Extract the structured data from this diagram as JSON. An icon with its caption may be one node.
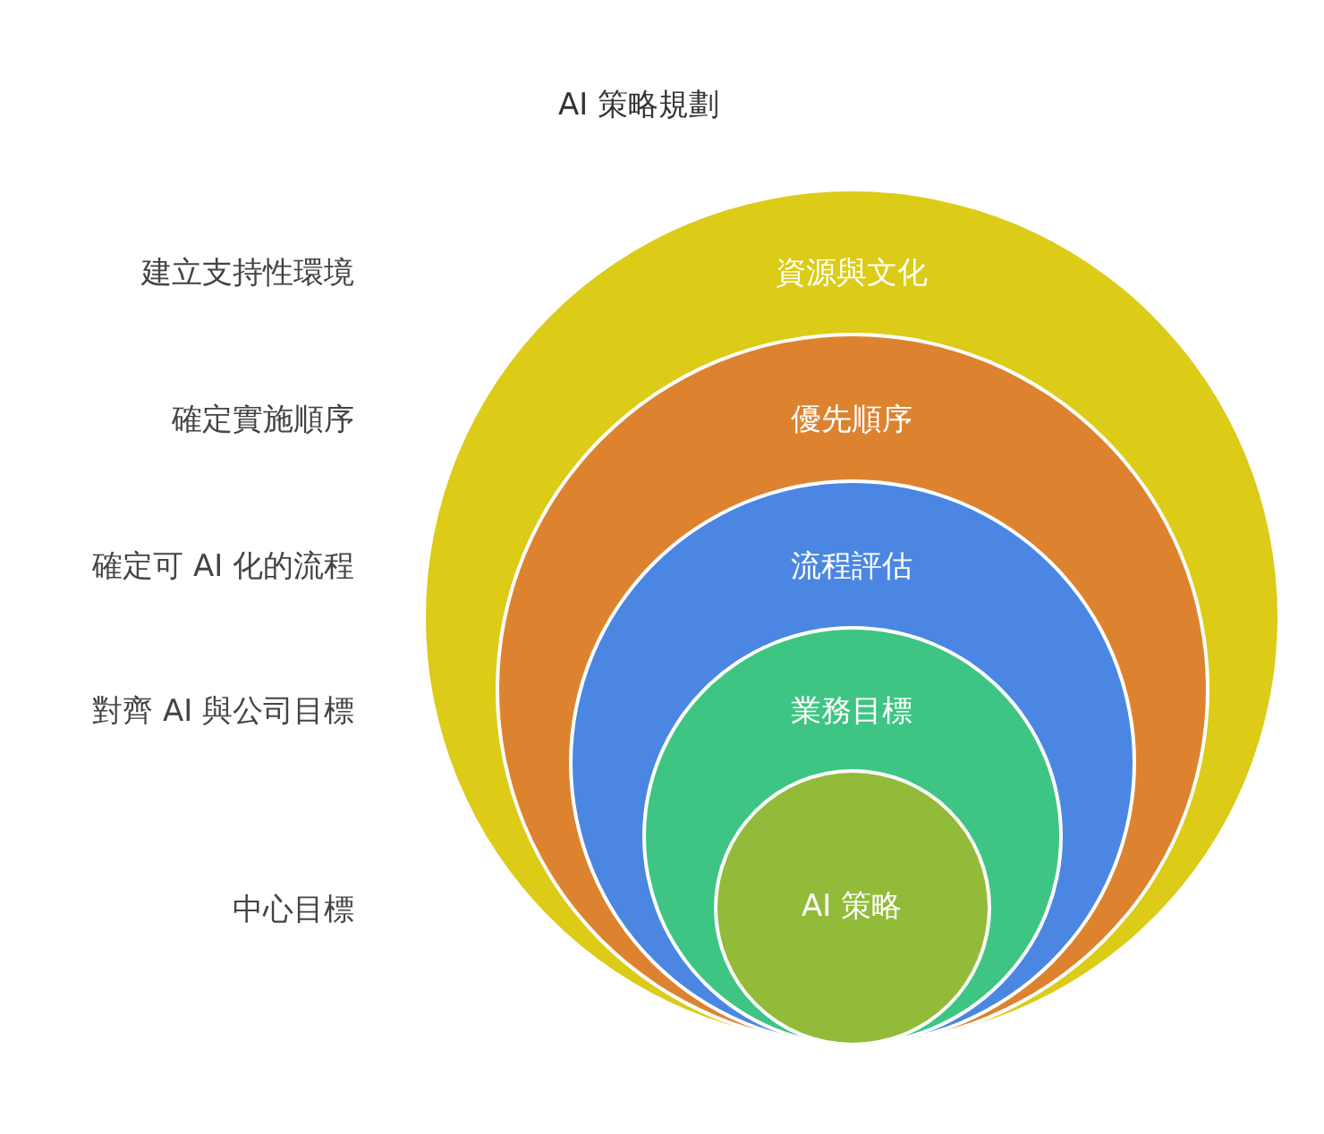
{
  "diagram": {
    "title": "AI 策略規劃",
    "nodes": [
      {
        "text": [
          "資源與文化"
        ]
      },
      {
        "text": [
          "優先順序"
        ],
        "in": 0
      },
      {
        "text": [
          "流程評估"
        ],
        "in": 1
      },
      {
        "text": [
          "業務目標"
        ],
        "in": 2
      },
      {
        "text": [
          "AI 策略"
        ],
        "in": 3
      }
    ],
    "labels": [
      "建立支持性環境",
      "確定實施順序",
      "確定可 AI 化的流程",
      "對齊 AI 與公司目標",
      "中心目標"
    ]
  }
}
